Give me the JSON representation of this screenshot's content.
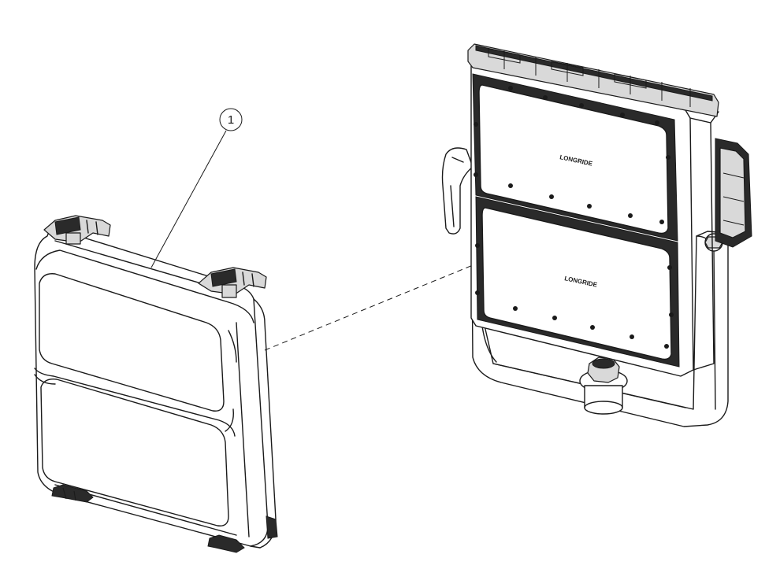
{
  "drawing": {
    "callouts": [
      {
        "number": "1"
      }
    ],
    "fixture_logos": [
      "LONGRIDE",
      "LONGRIDE"
    ]
  }
}
